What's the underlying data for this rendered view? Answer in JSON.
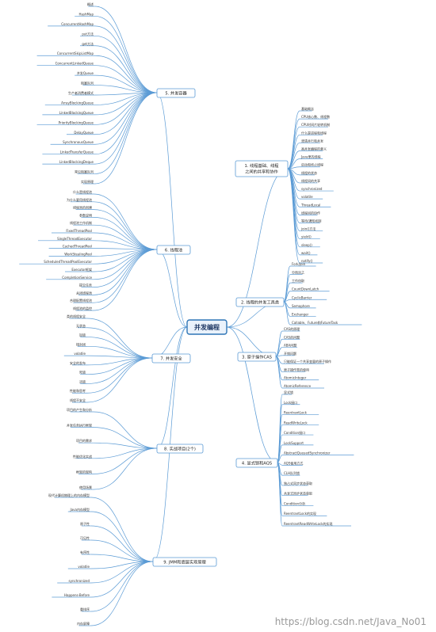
{
  "center": "并发编程",
  "watermark": "https://blog.csdn.net/Java_No01",
  "branches": [
    {
      "title": "5. 并发容器",
      "items": [
        "概述",
        "HashMap",
        "ConcurrentHashMap",
        "put方法",
        "get方法",
        "ConcurrentSkipListMap",
        "ConcurrentLinkedQueue",
        "并发Queue",
        "阻塞队列",
        "生产者消费者模式",
        "ArrayBlockingQueue",
        "LinkedBlockingQueue",
        "PriorityBlockingQueue",
        "DelayQueue",
        "SynchronousQueue",
        "LinkedTransferQueue",
        "LinkedBlockingDeque",
        "常见阻塞队列",
        "实现原理"
      ]
    },
    {
      "title": "6. 线程池",
      "items": [
        "什么是线程池",
        "为什么要用线程池",
        "线程池的创建",
        "参数说明",
        "线程池工作机制",
        "FixedThreadPool",
        "SingleThreadExecutor",
        "CachedThreadPool",
        "WorkStealingPool",
        "ScheduledThreadPoolExecutor",
        "Executor框架",
        "CompletionService",
        "提交任务",
        "关闭线程池",
        "合理配置线程池",
        "线程池的监控"
      ]
    },
    {
      "title": "7. 并发安全",
      "items": [
        "类的线程安全",
        "无状态",
        "加锁",
        "栈封闭",
        "volatile",
        "安全的发布",
        "死锁",
        "活锁",
        "性能和思考",
        "线程不安全"
      ]
    },
    {
      "title": "8. 实战项目(2个)",
      "items": [
        "项目的产生和分析",
        "并发任务执行框架",
        "项目的需求",
        "性能优化实战",
        "框架的架构",
        "使用场景"
      ]
    },
    {
      "title": "9. JMM和底层实现原理",
      "items": [
        "现代计算机物理上的内存模型",
        "Java内存模型",
        "原子性",
        "可见性",
        "有序性",
        "volatile",
        "synchronized",
        "Happens-Before",
        "重排序",
        "内存屏障"
      ]
    },
    {
      "title": "1. 线程基础、线程之间的共享和协作",
      "items": [
        "基础概念",
        "CPU核心数、线程数",
        "CPU时间片轮转机制",
        "什么是进程和线程",
        "澄清并行和并发",
        "高并发编程的意义",
        "Java里的线程",
        "启动和终止线程",
        "线程的状态",
        "线程间的共享",
        "synchronized",
        "volatile",
        "ThreadLocal",
        "线程间的协作",
        "等待/通知机制",
        "join()方法",
        "yield()",
        "sleep()",
        "wait()",
        "notify()"
      ]
    },
    {
      "title": "2. 线程的并发工具类",
      "items": [
        "Fork/Join",
        "分而治之",
        "工作窃取",
        "CountDownLatch",
        "CyclicBarrier",
        "Semaphore",
        "Exchanger",
        "Callable、Future和FutureTask"
      ]
    },
    {
      "title": "3. 原子操作CAS",
      "items": [
        "CAS的原理",
        "CAS的问题",
        "ABA问题",
        "开销问题",
        "只能保证一个共享变量的原子操作",
        "原子操作类的使用",
        "AtomicInteger",
        "AtomicReference"
      ]
    },
    {
      "title": "4. 显式锁和AQS",
      "items": [
        "显式锁",
        "Lock接口",
        "ReentrantLock",
        "ReadWriteLock",
        "Condition接口",
        "LockSupport",
        "AbstractQueuedSynchronizer",
        "AQS使用方式",
        "CLH队列锁",
        "独占式同步状态获取",
        "共享式同步状态获取",
        "Condition分析",
        "ReentrantLock的实现",
        "ReentrantReadWriteLock的实现"
      ]
    }
  ]
}
